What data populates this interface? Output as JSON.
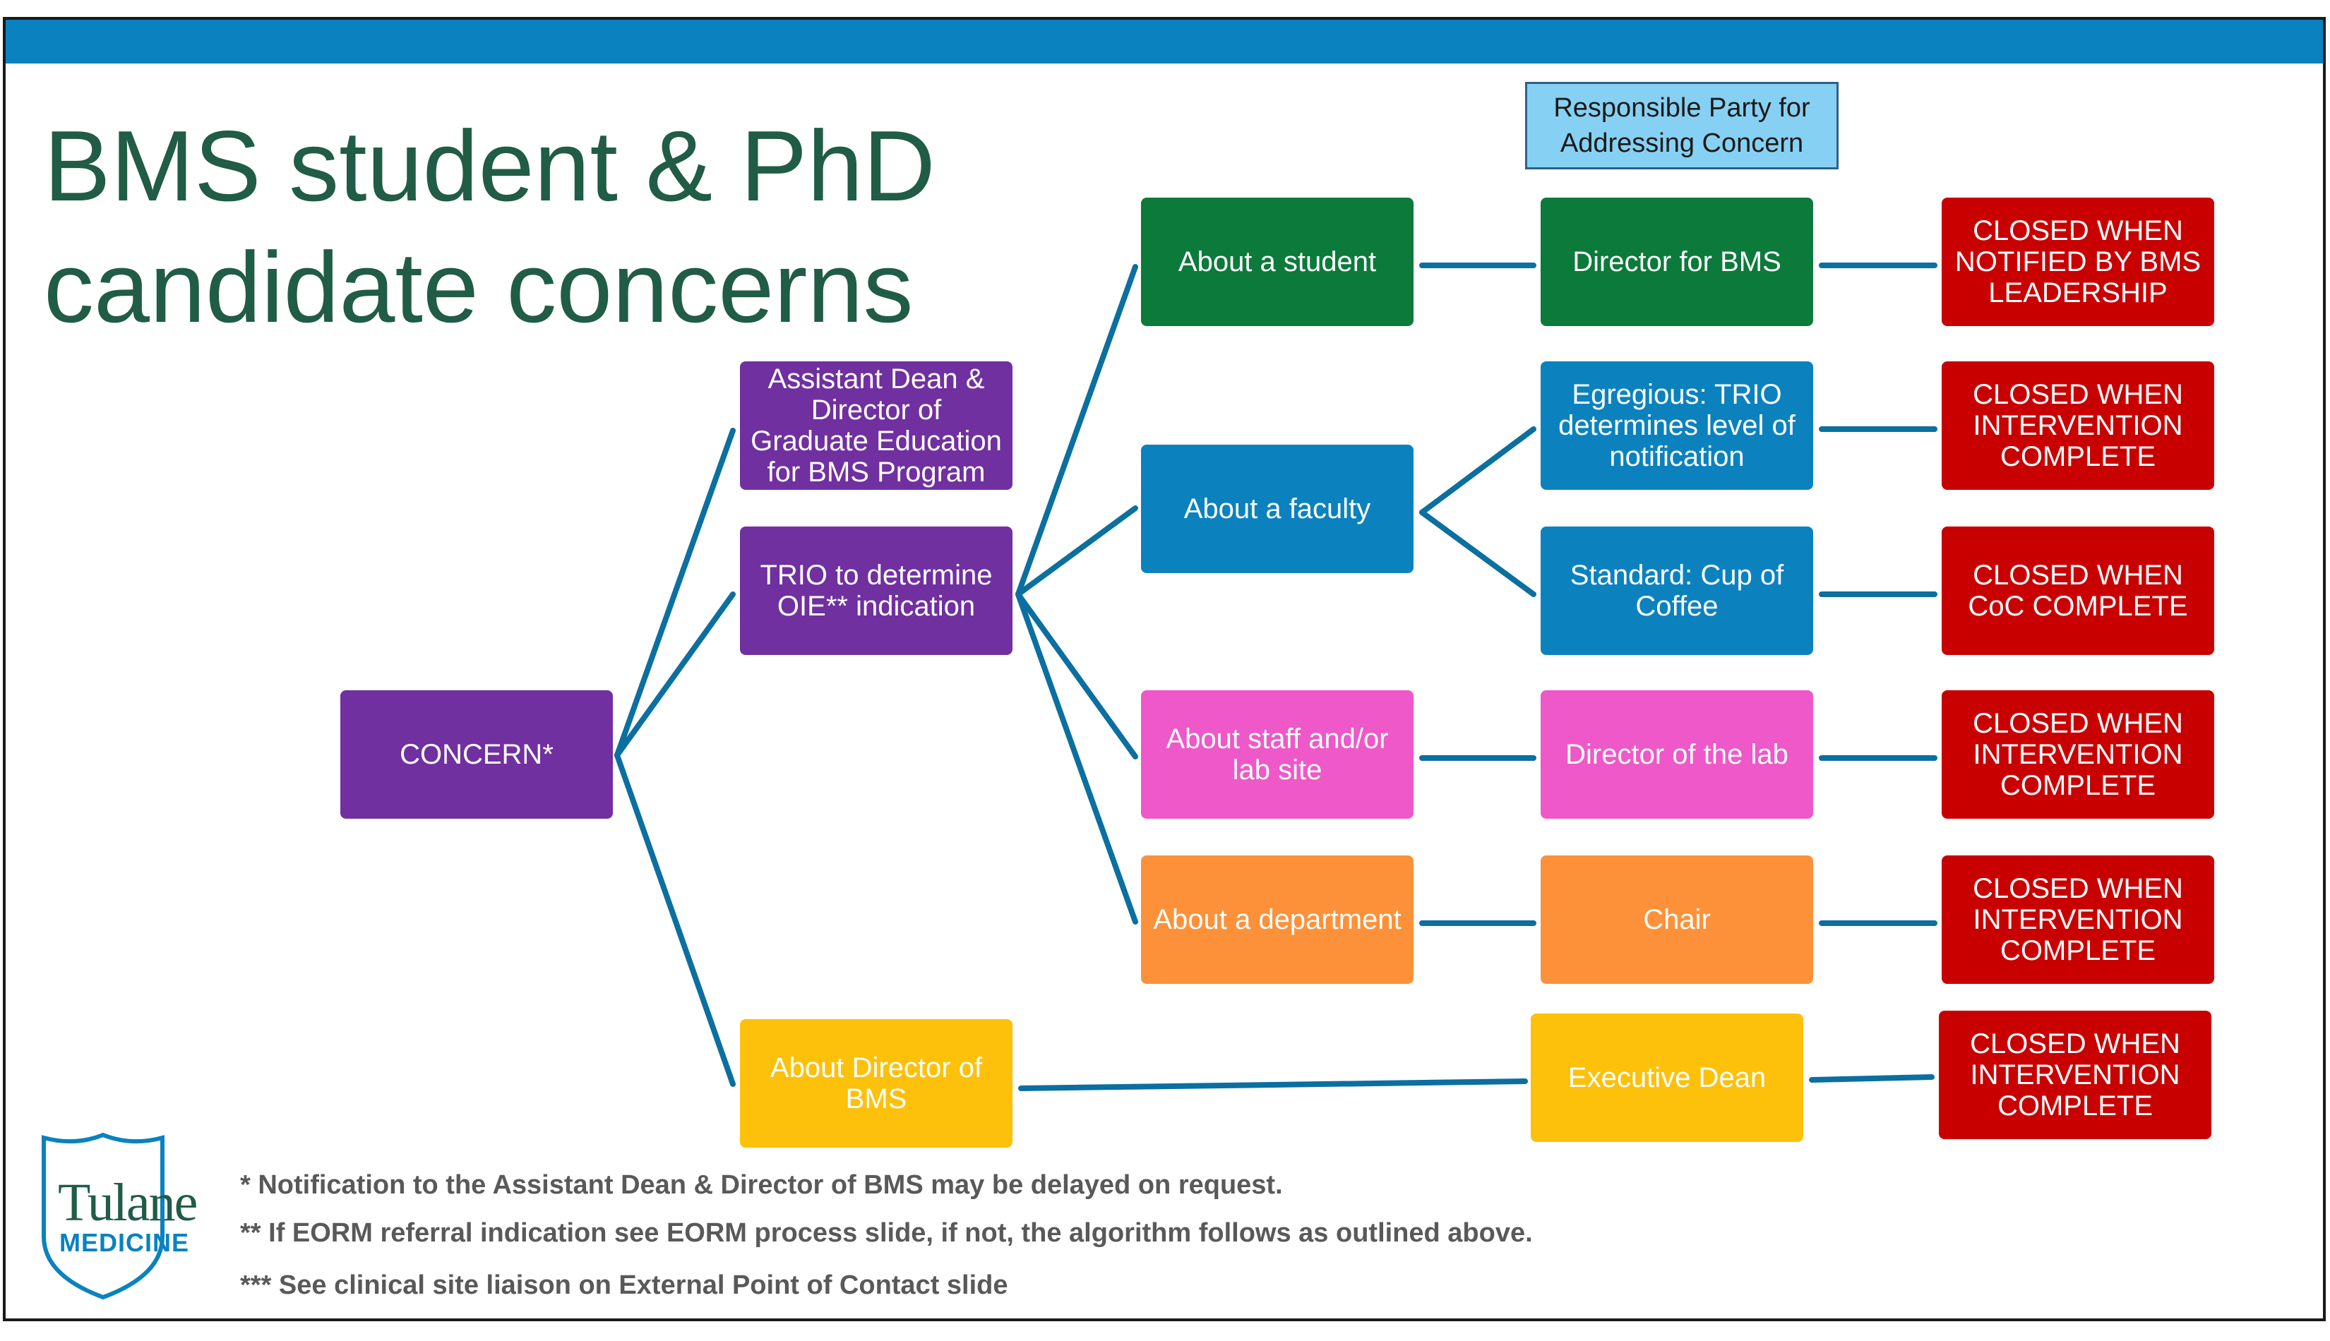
{
  "title": {
    "line1": "BMS student & PhD",
    "line2": "candidate concerns"
  },
  "legend": {
    "responsible_party": "Responsible Party for Addressing Concern"
  },
  "nodes": {
    "concern": "CONCERN*",
    "assistant_dean": "Assistant Dean & Director of Graduate Education for BMS Program",
    "trio": "TRIO to determine OIE** indication",
    "about_director": "About  Director of BMS",
    "about_student": "About a student",
    "about_faculty": "About a faculty",
    "about_staff": "About staff and/or lab site",
    "about_department": "About a department",
    "director_bms": "Director for BMS",
    "egregious": "Egregious: TRIO determines level of notification",
    "standard": "Standard: Cup of Coffee",
    "director_lab": "Director of the lab",
    "chair": "Chair",
    "executive_dean": "Executive Dean",
    "closed_bms_leadership": "CLOSED WHEN NOTIFIED BY BMS LEADERSHIP",
    "closed_intervention_1": "CLOSED WHEN INTERVENTION COMPLETE",
    "closed_coc": "CLOSED WHEN CoC COMPLETE",
    "closed_intervention_2": "CLOSED WHEN INTERVENTION COMPLETE",
    "closed_intervention_3": "CLOSED WHEN INTERVENTION COMPLETE",
    "closed_intervention_4": "CLOSED WHEN INTERVENTION COMPLETE"
  },
  "notes": {
    "note1": "* Notification to the Assistant Dean & Director of BMS may be delayed on request.",
    "note2": "** If EORM referral indication see EORM process slide, if not, the algorithm follows as outlined above.",
    "note3": "*** See clinical site liaison on External Point of Contact slide"
  },
  "logo": {
    "name": "Tulane",
    "sub": "MEDICINE"
  },
  "colors": {
    "topbar": "#0a82bf",
    "title": "#205c46",
    "purple": "#7030a0",
    "green": "#0c7a3b",
    "blue": "#0b82be",
    "pink": "#ee58c8",
    "orange": "#fd913a",
    "yellow": "#fdc10b",
    "red": "#c80000",
    "connector": "#0b6fa0"
  }
}
